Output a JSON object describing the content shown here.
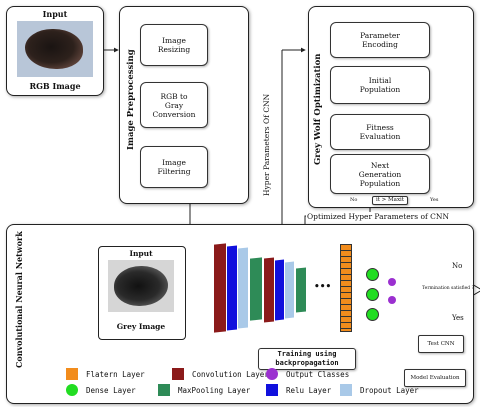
{
  "input_panel": {
    "title": "Input",
    "caption": "RGB Image"
  },
  "preprocessing": {
    "title": "Image Preprocessing",
    "steps": [
      "Image\nResizing",
      "RGB to\nGray\nConversion",
      "Image\nFiltering"
    ]
  },
  "hyperparam_label": "Hyper Parameters Of CNN",
  "gwo": {
    "title": "Grey Wolf Optimization",
    "steps": [
      "Parameter\nEncoding",
      "Initial\nPopulation",
      "Fitness\nEvaluation",
      "Next\nGeneration\nPopulation"
    ],
    "no_label": "No",
    "yes_label": "Yes",
    "condition": "it > Maxit"
  },
  "optimized_label": "Optimized Hyper Parameters of CNN",
  "cnn": {
    "title": "Convolutional Neural Network",
    "input_title": "Input",
    "input_caption": "Grey Image",
    "dots": "•••",
    "training_label": "Training using\nbackpropagation",
    "decision": "Termination satisfied ?",
    "no_label": "No",
    "yes_label": "Yes",
    "test_box": "Test CNN",
    "eval_box": "Model Evaluation"
  },
  "legend": [
    {
      "label": "Flatern Layer",
      "color": "#f28c1c",
      "shape": "square"
    },
    {
      "label": "Convolution Layer",
      "color": "#8b1a1a",
      "shape": "square"
    },
    {
      "label": "Output Classes",
      "color": "#9b30d0",
      "shape": "circle"
    },
    {
      "label": "Dense Layer",
      "color": "#22dd22",
      "shape": "circle"
    },
    {
      "label": "MaxPooling Layer",
      "color": "#2e8b57",
      "shape": "square"
    },
    {
      "label": "Relu Layer",
      "color": "#1010dd",
      "shape": "square"
    },
    {
      "label": "Dropout Layer",
      "color": "#a9c9e8",
      "shape": "square"
    }
  ],
  "colors": {
    "convolution": "#8b1a1a",
    "relu": "#1010dd",
    "dropout": "#a9c9e8",
    "maxpool": "#2e8b57",
    "flatten": "#f28c1c",
    "dense": "#22dd22",
    "output": "#9b30d0"
  }
}
